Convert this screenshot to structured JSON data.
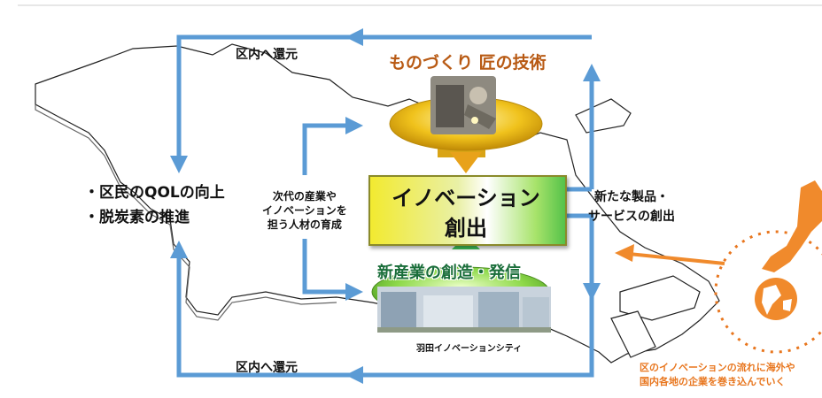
{
  "labels": {
    "return_top": "区内へ還元",
    "return_bottom": "区内へ還元",
    "monozukuri": "ものづくり 匠の技術",
    "innovation_line1": "イノベーション",
    "innovation_line2": "創出",
    "bullet_qol": "・区民のQOLの向上",
    "bullet_decarb": "・脱炭素の推進",
    "talent_line1": "次代の産業や",
    "talent_line2": "イノベーションを",
    "talent_line3": "担う人材の育成",
    "new_products_line1": "新たな製品・",
    "new_products_line2": "サービスの創出",
    "new_industry": "新産業の創造・発信",
    "haneda": "羽田イノベーションシティ",
    "global_line1": "区のイノベーションの流れに海外や",
    "global_line2": "国内各地の企業を巻き込んでいく"
  },
  "icons": [
    "map-outline-icon",
    "welder-photo",
    "building-photo",
    "globe-icon",
    "japan-map-icon"
  ],
  "colors": {
    "arrow": "#5b9bd5",
    "monozukuri": "#b85a14",
    "new_industry": "#1a6e3a",
    "global": "#e8761e",
    "gold": "#e8b818",
    "green": "#77cc44"
  }
}
